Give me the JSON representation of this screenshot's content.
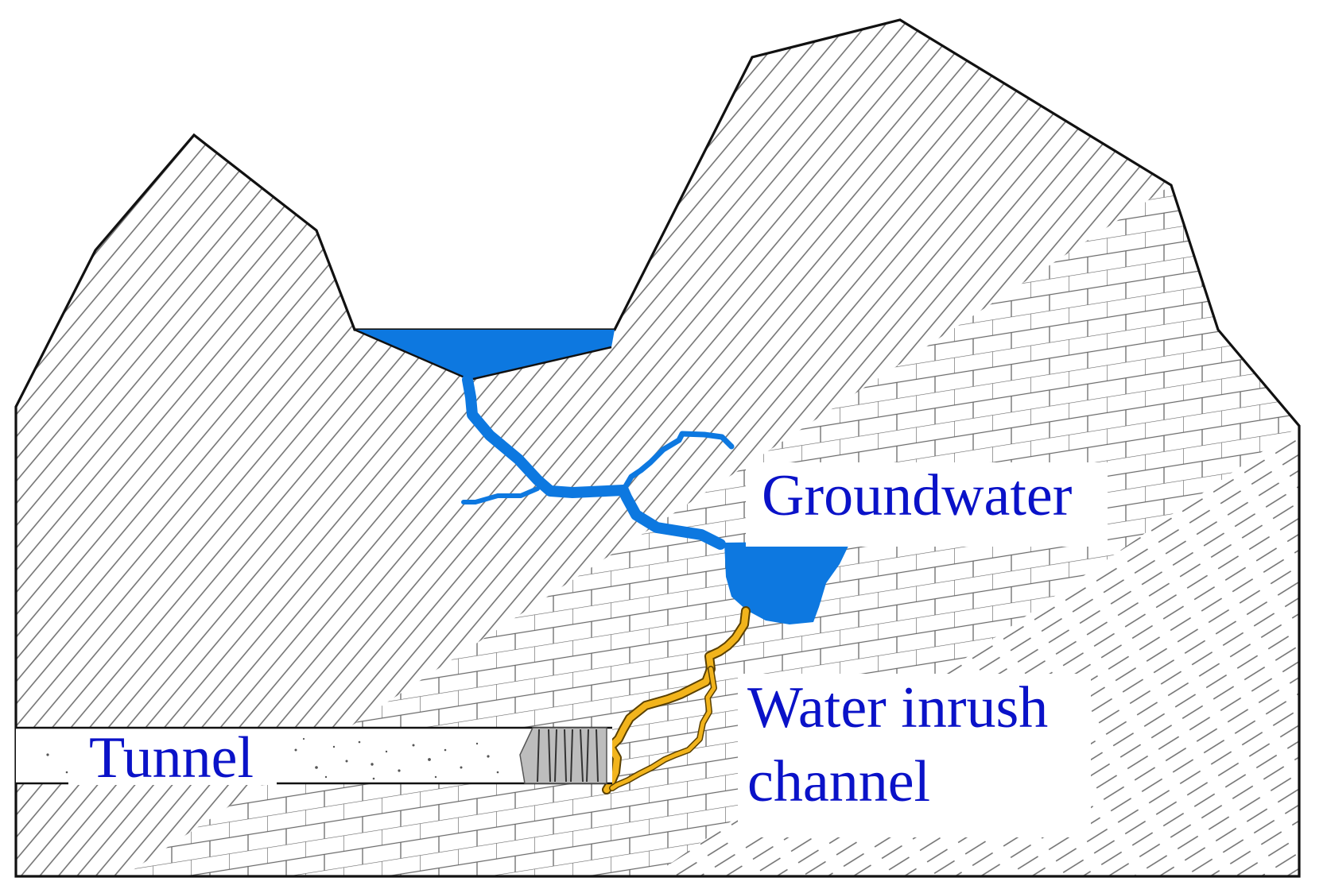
{
  "labels": {
    "groundwater": "Groundwater",
    "water_inrush_line1": "Water inrush",
    "water_inrush_line2": "channel",
    "tunnel": "Tunnel"
  },
  "colors": {
    "water": "#0d78e0",
    "inrush_channel": "#f2b41c",
    "label_text": "#0a12c8",
    "outline": "#111111",
    "hatch": "#6a6a6a",
    "tunnel_face": "#bdbdbd"
  }
}
